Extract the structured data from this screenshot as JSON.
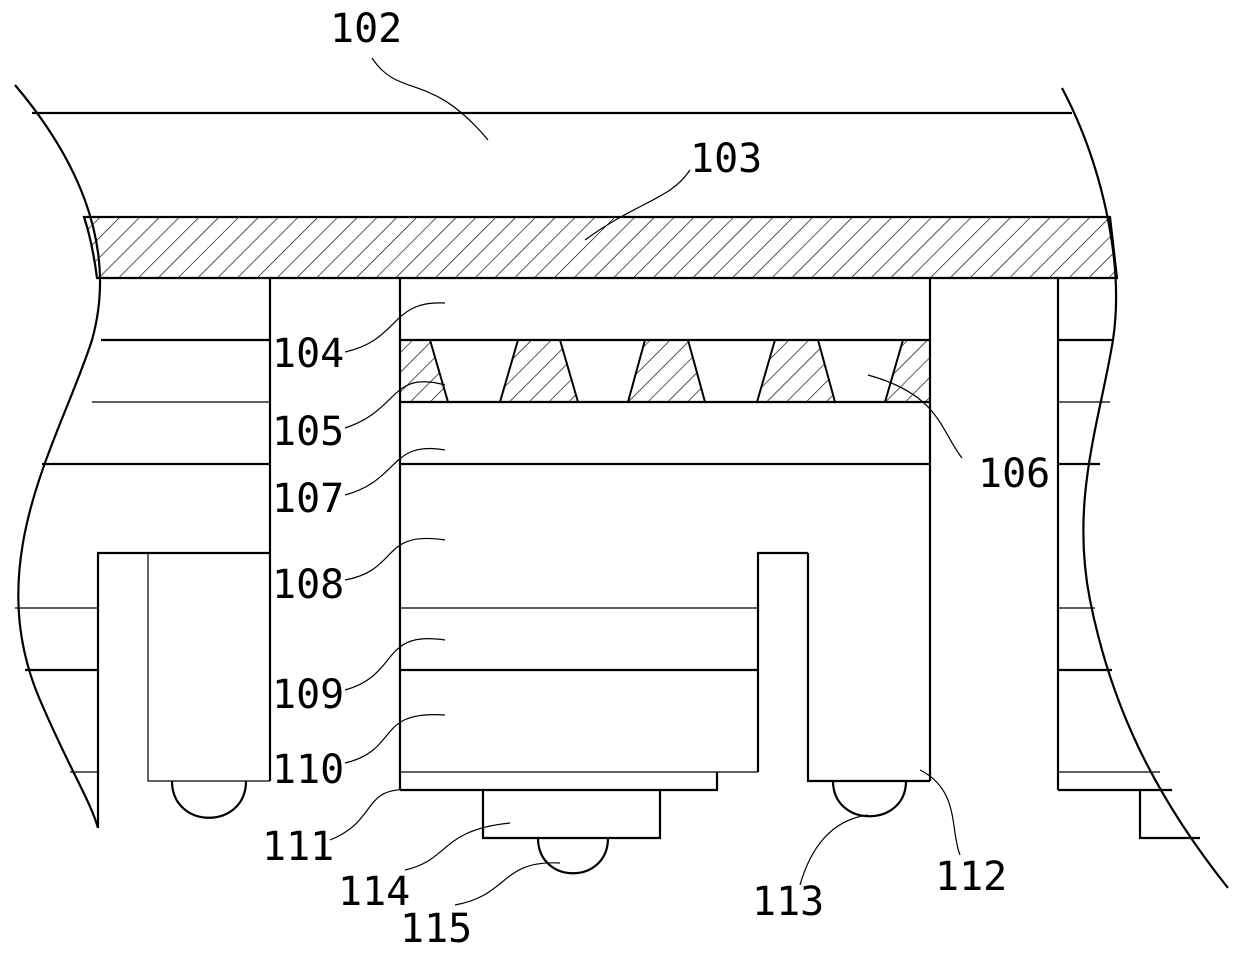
{
  "figure": {
    "labels": {
      "l102": "102",
      "l103": "103",
      "l104": "104",
      "l105": "105",
      "l106": "106",
      "l107": "107",
      "l108": "108",
      "l109": "109",
      "l110": "110",
      "l111": "111",
      "l112": "112",
      "l113": "113",
      "l114": "114",
      "l115": "115"
    }
  }
}
